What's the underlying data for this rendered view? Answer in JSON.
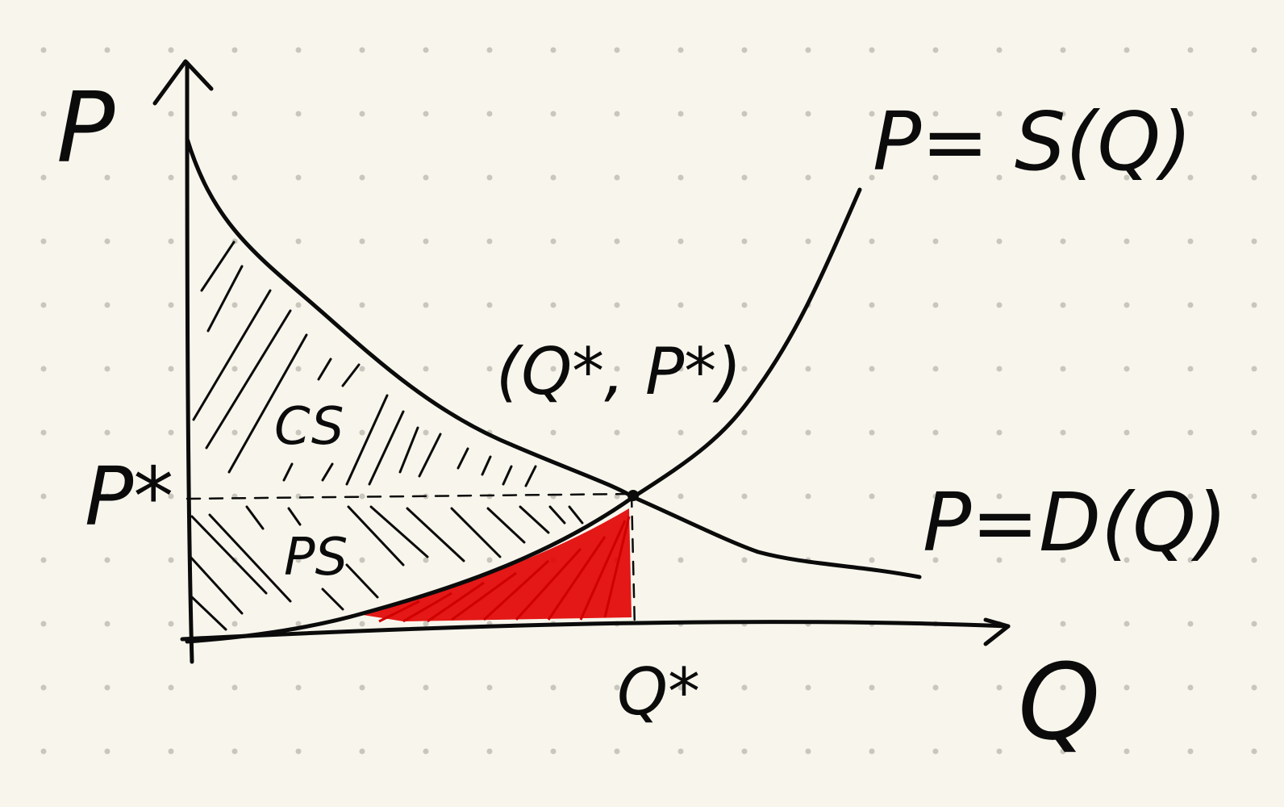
{
  "axes": {
    "y_label": "P",
    "x_label": "Q"
  },
  "curves": {
    "supply_label": "P= S(Q)",
    "demand_label": "P=D(Q)"
  },
  "equilibrium": {
    "point_label": "(Q*, P*)",
    "price_tick": "P*",
    "quantity_tick": "Q*"
  },
  "regions": {
    "consumer_surplus": "CS",
    "producer_surplus": "PS"
  },
  "colors": {
    "background": "#f8f6ec",
    "ink": "#0b0b0b",
    "highlight": "#e00000",
    "grid_dot": "#c9c7bd"
  }
}
